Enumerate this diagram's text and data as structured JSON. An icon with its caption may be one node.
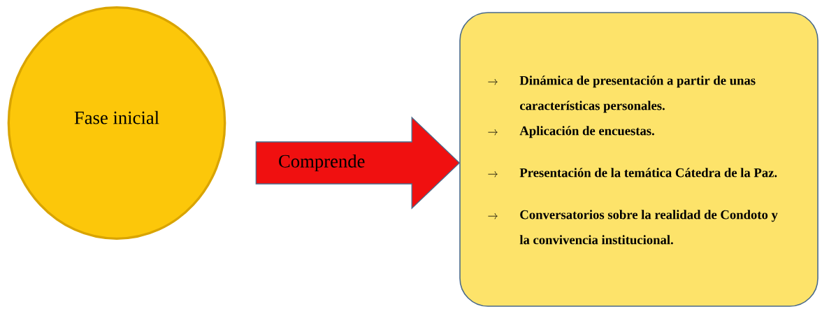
{
  "diagram": {
    "nodes": [
      {
        "text": [
          "Fase inicial"
        ]
      },
      {
        "text": [
          "Dinámica de presentación a partir de unas características personales.",
          "Aplicación de encuestas.",
          "Presentación de la temática Cátedra de la Paz.",
          "Conversatorios sobre la realidad de Condoto y la convivencia institucional."
        ]
      }
    ],
    "edges": [
      {
        "from": 0,
        "to": 1,
        "arrow": "to",
        "label": "Comprende"
      }
    ]
  }
}
